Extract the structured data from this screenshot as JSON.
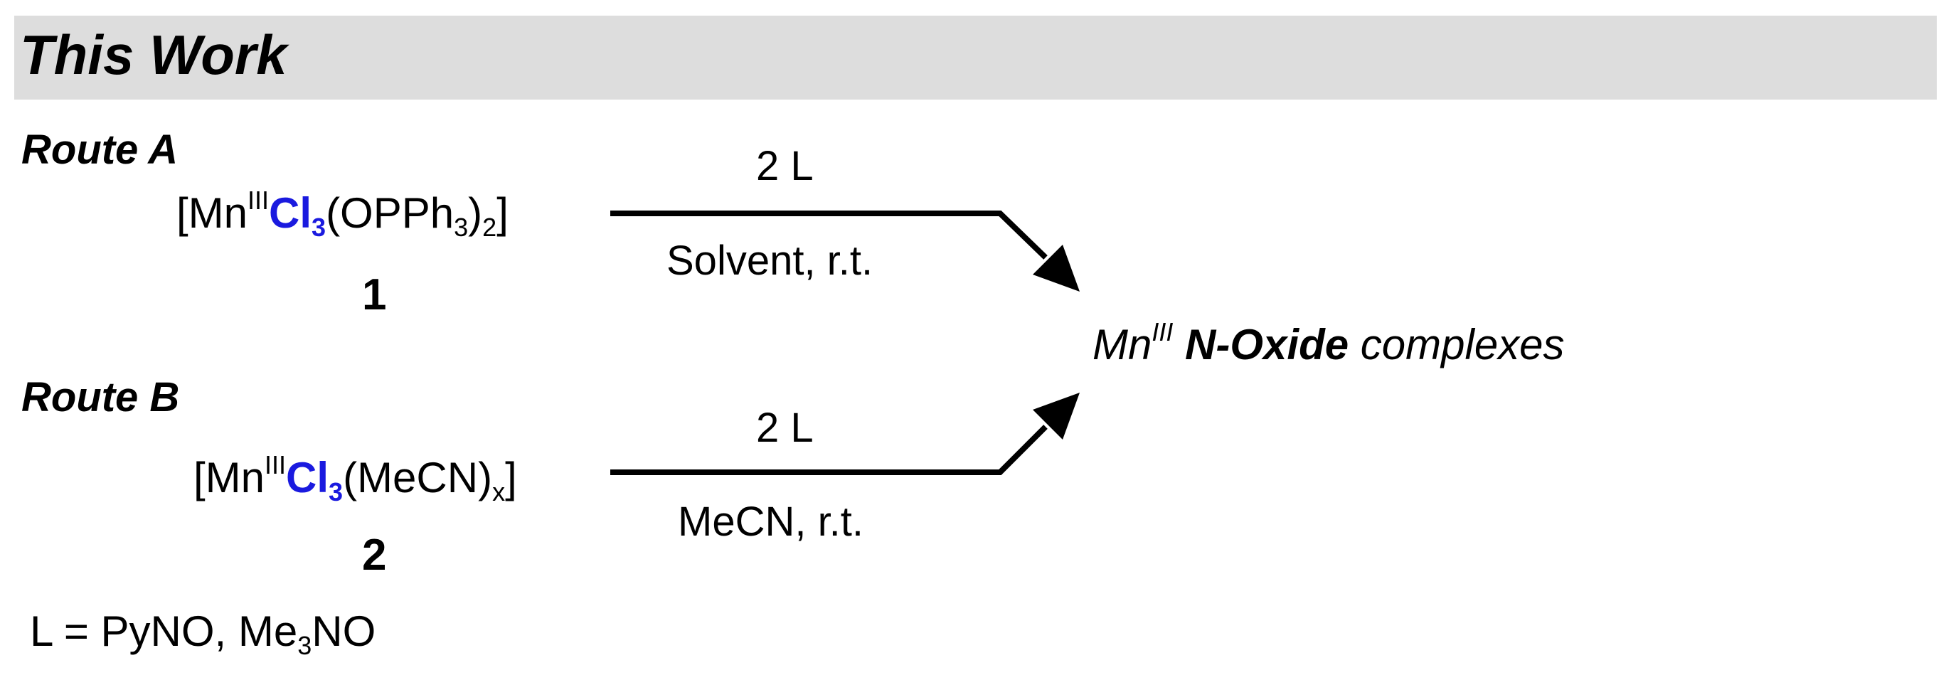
{
  "header": {
    "title": "This Work"
  },
  "route_a": {
    "label": "Route A",
    "formula": {
      "open": "[Mn",
      "ox": "III",
      "cl": "Cl",
      "cl_sub": "3",
      "ligand": "(OPPh",
      "ligand_sub": "3",
      "close": ")",
      "close_sub": "2",
      "end": "]"
    },
    "compound_number": "1",
    "reagent": "2 L",
    "condition": "Solvent, r.t."
  },
  "route_b": {
    "label": "Route B",
    "formula": {
      "open": "[Mn",
      "ox": "III",
      "cl": "Cl",
      "cl_sub": "3",
      "ligand": "(MeCN)",
      "ligand_sub": "x",
      "end": "]"
    },
    "compound_number": "2",
    "reagent": "2 L",
    "condition": "MeCN, r.t."
  },
  "product": {
    "metal": "Mn",
    "ox": "III",
    "bold": "N-Oxide",
    "rest": "complexes"
  },
  "legend": {
    "prefix": "L = PyNO, Me",
    "sub": "3",
    "suffix": "NO"
  },
  "colors": {
    "banner": "#dddddd",
    "highlight": "#1a1adf",
    "text": "#000000"
  }
}
